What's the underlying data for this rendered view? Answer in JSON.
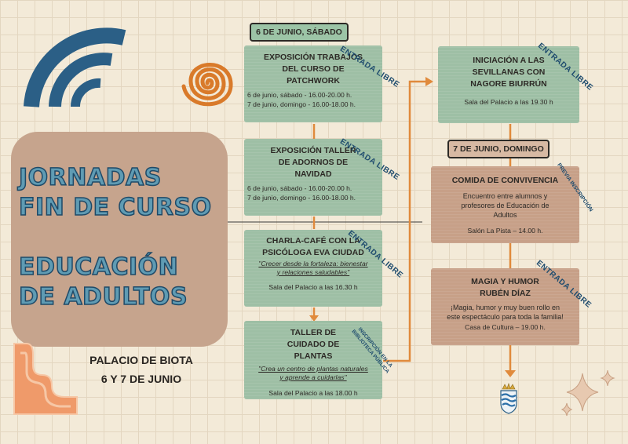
{
  "title": {
    "line1": "JORNADAS",
    "line2": "FIN DE CURSO",
    "line3": "EDUCACIÓN",
    "line4": "DE ADULTOS"
  },
  "venue": {
    "name": "PALACIO DE BIOTA",
    "dates": "6 Y 7 DE JUNIO"
  },
  "day1": {
    "label": "6 DE JUNIO, SÁBADO",
    "events": [
      {
        "title": "EXPOSICIÓN TRABAJOS DEL CURSO DE PATCHWORK",
        "tag": "ENTRADA LIBRE",
        "schedule1": "6 de junio, sábado -   16.00-20.00 h.",
        "schedule2": "7 de junio, domingo - 16.00-18.00 h."
      },
      {
        "title": "EXPOSICIÓN TALLER DE ADORNOS DE NAVIDAD",
        "tag": "ENTRADA LIBRE",
        "schedule1": "6 de junio, sábado -   16.00-20.00 h.",
        "schedule2": "7 de junio, domingo - 16.00-18.00 h."
      },
      {
        "title": "CHARLA-CAFÉ CON LA PSICÓLOGA EVA CIUDAD",
        "tag": "ENTRADA LIBRE",
        "quote": "\"Crecer desde la fortaleza: bienestar y relaciones saludables\"",
        "place": "Sala del Palacio a las 16.30 h"
      },
      {
        "title": "TALLER DE CUIDADO DE PLANTAS",
        "tag_line1": "INSCRIPCIÓN EN LA",
        "tag_line2": "BIBLIOTECA PÚBLICA",
        "quote": "\"Crea un centro de plantas naturales y aprende a cuidarlas\"",
        "place": "Sala del Palacio a las 18.00 h"
      }
    ]
  },
  "right_col": {
    "sevillanas": {
      "title": "INICIACIÓN A LAS SEVILLANAS CON NAGORE BIURRÚN",
      "tag": "ENTRADA LIBRE",
      "place": "Sala del Palacio a las 19.30 h"
    },
    "day2_label": "7 DE JUNIO, DOMINGO",
    "comida": {
      "title": "COMIDA DE CONVIVENCIA",
      "tag": "PREVIA INSCRIPCIÓN",
      "desc": "Encuentro entre alumnos y profesores de Educación de Adultos",
      "place": "Salón La Pista – 14.00 h."
    },
    "magia": {
      "title": "MAGIA Y HUMOR RUBÉN DÍAZ",
      "tag": "ENTRADA LIBRE",
      "desc": "¡Magia, humor y muy buen rollo en este espectáculo para toda la familia!",
      "place": "Casa de Cultura – 19.00 h."
    }
  },
  "colors": {
    "background": "#f3ead8",
    "green_card": "#9ebfa5",
    "brown_card": "#c7a088",
    "orange_line": "#e08a3c",
    "blue_text": "#1f4c6e",
    "title_fill": "#5f9bb3"
  },
  "icons": {
    "arcs": "arc-shape-icon",
    "spiral": "spiral-icon",
    "wave": "wave-shape-icon",
    "stars": "sparkle-stars-icon",
    "coat": "coat-of-arms-icon"
  }
}
